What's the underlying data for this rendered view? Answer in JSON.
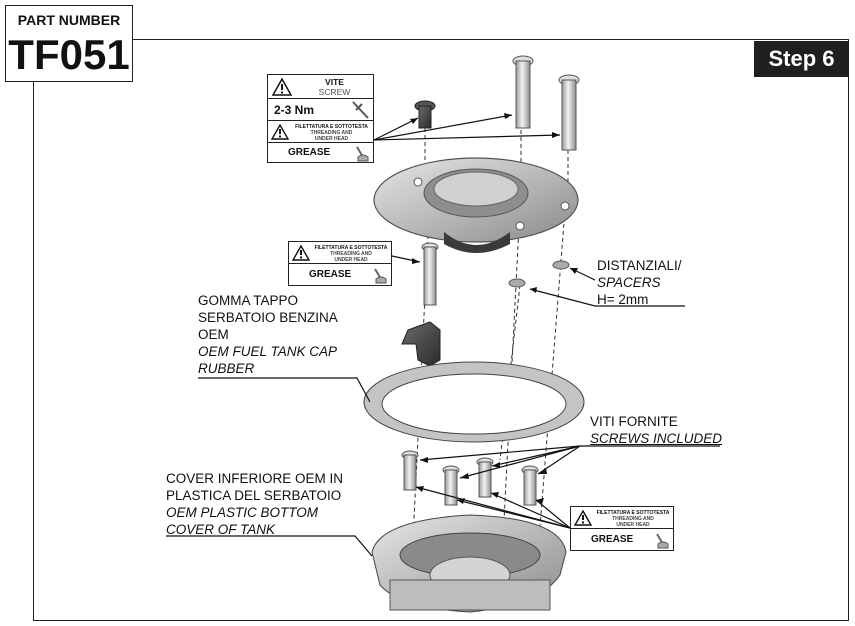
{
  "part_number": {
    "label": "PART NUMBER",
    "value": "TF051"
  },
  "step": {
    "label": "Step 6"
  },
  "top_warning": {
    "title_it": "VITE",
    "title_en": "SCREW",
    "torque": "2-3 Nm",
    "thread_it": "FILETTATURA E SOTTOTESTA",
    "thread_en_1": "THREADING AND",
    "thread_en_2": "UNDER HEAD",
    "grease": "GREASE"
  },
  "mid_warning": {
    "thread_it": "FILETTATURA E SOTTOTESTA",
    "thread_en_1": "THREADING AND",
    "thread_en_2": "UNDER HEAD",
    "grease": "GREASE"
  },
  "bottom_warning": {
    "thread_it": "FILETTATURA E SOTTOTESTA",
    "thread_en_1": "THREADING AND",
    "thread_en_2": "UNDER HEAD",
    "grease": "GREASE"
  },
  "spacers_label": {
    "line1": "DISTANZIALI/",
    "line2": "SPACERS",
    "line3": "H= 2mm"
  },
  "rubber_label": {
    "line1": "GOMMA TAPPO",
    "line2": "SERBATOIO BENZINA",
    "line3": "OEM",
    "line4": "OEM FUEL TANK CAP",
    "line5": "RUBBER"
  },
  "screws_label": {
    "line1": "VITI FORNITE",
    "line2": "SCREWS INCLUDED"
  },
  "cover_label": {
    "line1": "COVER INFERIORE OEM IN",
    "line2": "PLASTICA DEL SERBATOIO",
    "line3": "OEM PLASTIC BOTTOM",
    "line4": "COVER OF TANK"
  }
}
